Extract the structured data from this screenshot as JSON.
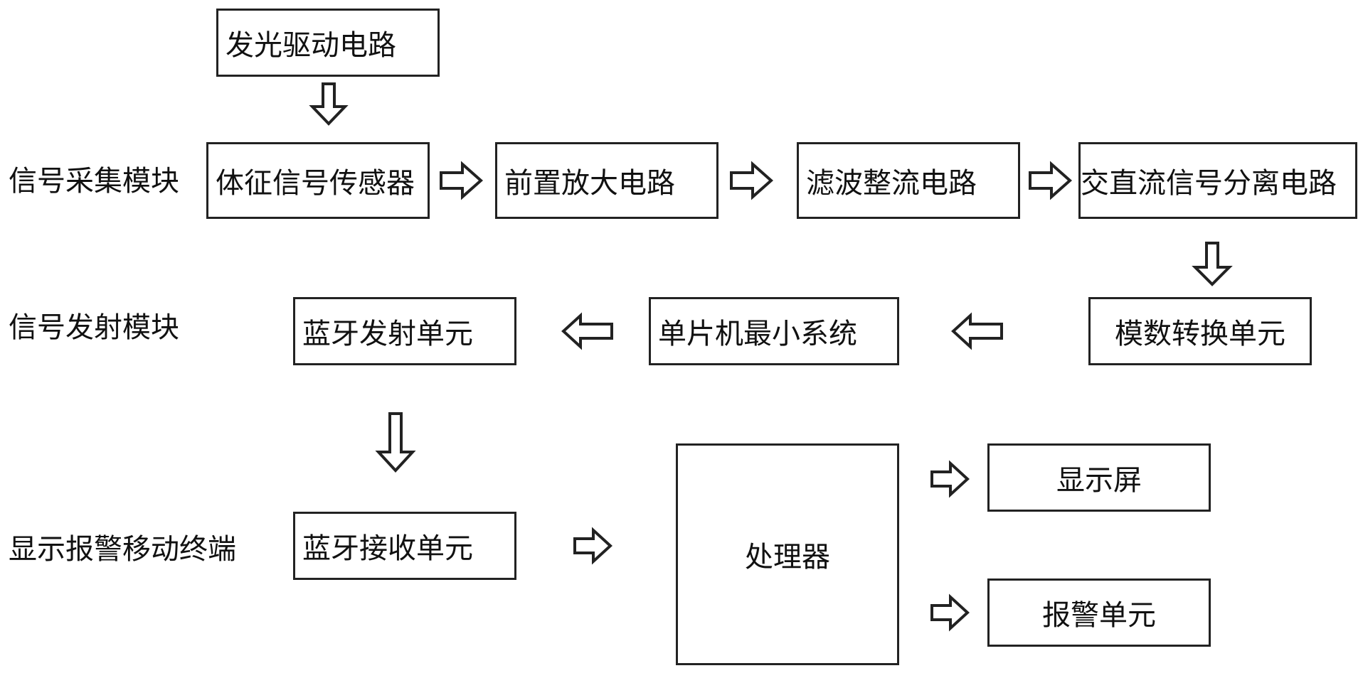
{
  "module_labels": {
    "signal_acquisition": "信号采集模块",
    "signal_transmission": "信号发射模块",
    "display_alarm_terminal": "显示报警移动终端"
  },
  "blocks": {
    "led_driver": "发光驱动电路",
    "vital_sign_sensor": "体征信号传感器",
    "preamplifier": "前置放大电路",
    "filter_rectifier": "滤波整流电路",
    "ac_dc_separation": "交直流信号分离电路",
    "adc_unit": "模数转换单元",
    "mcu_minimum_system": "单片机最小系统",
    "bluetooth_tx_unit": "蓝牙发射单元",
    "bluetooth_rx_unit": "蓝牙接收单元",
    "processor": "处理器",
    "display_screen": "显示屏",
    "alarm_unit": "报警单元"
  }
}
